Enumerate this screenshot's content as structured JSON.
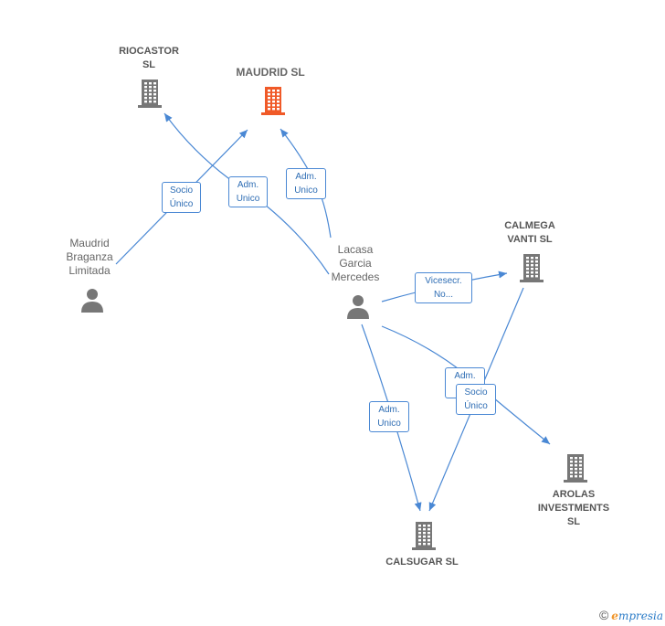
{
  "colors": {
    "edge": "#4a88d4",
    "building": "#777777",
    "building_main": "#f05a28",
    "person": "#777777"
  },
  "nodes": {
    "riocastor": {
      "lines": [
        "RIOCASTOR",
        "SL"
      ],
      "icon": "building-icon"
    },
    "maudrid": {
      "lines": [
        "MAUDRID  SL"
      ],
      "icon": "building-icon"
    },
    "maudrid_braganza": {
      "lines": [
        "Maudrid",
        "Braganza",
        "Limitada"
      ],
      "icon": "person-icon"
    },
    "lacasa": {
      "lines": [
        "Lacasa",
        "Garcia",
        "Mercedes"
      ],
      "icon": "person-icon"
    },
    "calmega": {
      "lines": [
        "CALMEGA",
        "VANTI  SL"
      ],
      "icon": "building-icon"
    },
    "arolas": {
      "lines": [
        "AROLAS",
        "INVESTMENTS",
        "SL"
      ],
      "icon": "building-icon"
    },
    "calsugar": {
      "lines": [
        "CALSUGAR  SL"
      ],
      "icon": "building-icon"
    }
  },
  "edge_labels": {
    "socio_unico_1": [
      "Socio",
      "Único"
    ],
    "adm_unico_riocastor": [
      "Adm.",
      "Unico"
    ],
    "adm_unico_maudrid": [
      "Adm.",
      "Unico"
    ],
    "vicesecr": [
      "Vicesecr.",
      "No..."
    ],
    "adm_unico_arolas": [
      "Adm.",
      "U..."
    ],
    "socio_unico_2": [
      "Socio",
      "Único"
    ],
    "adm_unico_calsugar": [
      "Adm.",
      "Unico"
    ]
  },
  "footer": {
    "copyright": "©",
    "brand_initial": "e",
    "brand_rest": "mpresia"
  }
}
